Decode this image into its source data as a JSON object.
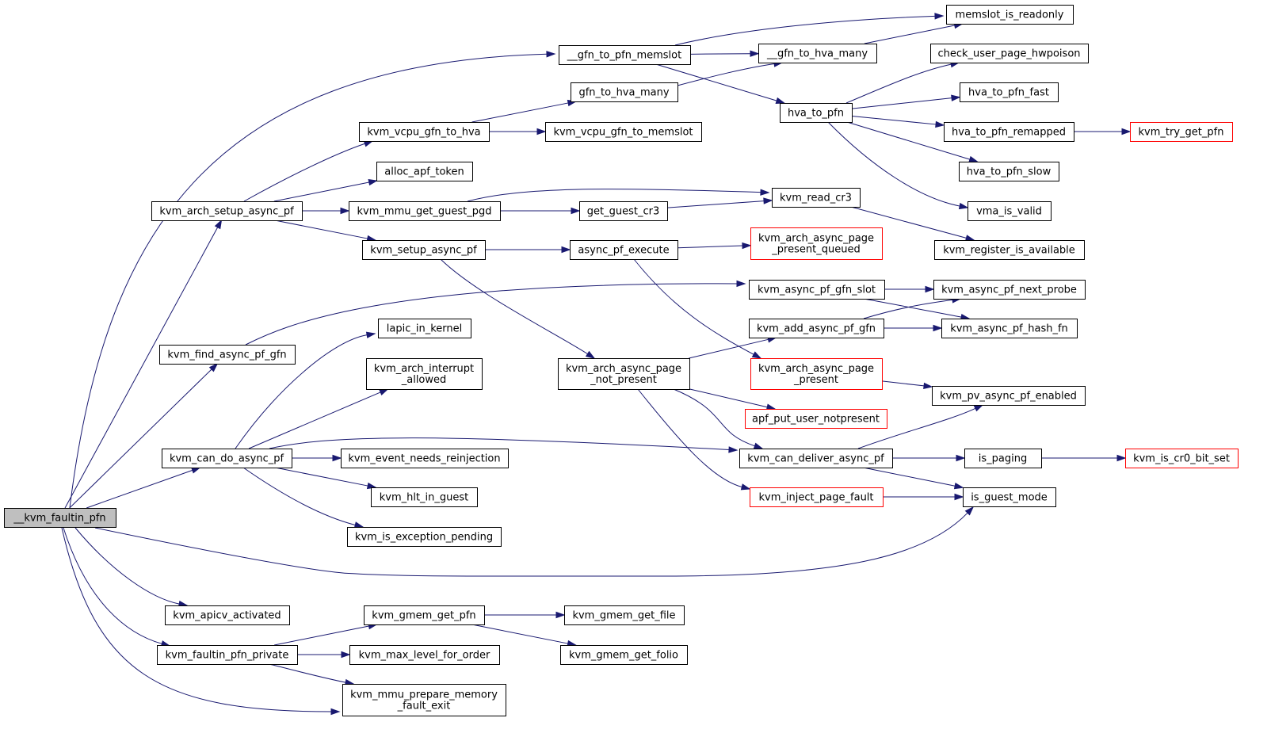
{
  "graph": {
    "colors": {
      "edge": "#191970",
      "root_fill": "#bfbfbf",
      "truncated_border": "#ff0000"
    },
    "nodes": [
      {
        "id": "kvm_faultin_pfn",
        "lines": [
          "__kvm_faultin_pfn"
        ],
        "style": "root"
      },
      {
        "id": "gfn_to_pfn_memslot",
        "lines": [
          "__gfn_to_pfn_memslot"
        ]
      },
      {
        "id": "memslot_is_readonly",
        "lines": [
          "memslot_is_readonly"
        ]
      },
      {
        "id": "gfn_to_hva_many_u",
        "lines": [
          "__gfn_to_hva_many"
        ]
      },
      {
        "id": "check_user_page_hwpoison",
        "lines": [
          "check_user_page_hwpoison"
        ]
      },
      {
        "id": "gfn_to_hva_many",
        "lines": [
          "gfn_to_hva_many"
        ]
      },
      {
        "id": "hva_to_pfn_fast",
        "lines": [
          "hva_to_pfn_fast"
        ]
      },
      {
        "id": "hva_to_pfn",
        "lines": [
          "hva_to_pfn"
        ]
      },
      {
        "id": "kvm_vcpu_gfn_to_hva",
        "lines": [
          "kvm_vcpu_gfn_to_hva"
        ]
      },
      {
        "id": "kvm_vcpu_gfn_to_memslot",
        "lines": [
          "kvm_vcpu_gfn_to_memslot"
        ]
      },
      {
        "id": "hva_to_pfn_remapped",
        "lines": [
          "hva_to_pfn_remapped"
        ]
      },
      {
        "id": "kvm_try_get_pfn",
        "lines": [
          "kvm_try_get_pfn"
        ],
        "style": "red"
      },
      {
        "id": "alloc_apf_token",
        "lines": [
          "alloc_apf_token"
        ]
      },
      {
        "id": "hva_to_pfn_slow",
        "lines": [
          "hva_to_pfn_slow"
        ]
      },
      {
        "id": "kvm_read_cr3",
        "lines": [
          "kvm_read_cr3"
        ]
      },
      {
        "id": "kvm_arch_setup_async_pf",
        "lines": [
          "kvm_arch_setup_async_pf"
        ]
      },
      {
        "id": "kvm_mmu_get_guest_pgd",
        "lines": [
          "kvm_mmu_get_guest_pgd"
        ]
      },
      {
        "id": "get_guest_cr3",
        "lines": [
          "get_guest_cr3"
        ]
      },
      {
        "id": "vma_is_valid",
        "lines": [
          "vma_is_valid"
        ]
      },
      {
        "id": "kvm_arch_async_page_present_queued",
        "lines": [
          "kvm_arch_async_page",
          "_present_queued"
        ],
        "style": "red"
      },
      {
        "id": "kvm_setup_async_pf",
        "lines": [
          "kvm_setup_async_pf"
        ]
      },
      {
        "id": "async_pf_execute",
        "lines": [
          "async_pf_execute"
        ]
      },
      {
        "id": "kvm_register_is_available",
        "lines": [
          "kvm_register_is_available"
        ]
      },
      {
        "id": "kvm_async_pf_gfn_slot",
        "lines": [
          "kvm_async_pf_gfn_slot"
        ]
      },
      {
        "id": "kvm_async_pf_next_probe",
        "lines": [
          "kvm_async_pf_next_probe"
        ]
      },
      {
        "id": "lapic_in_kernel",
        "lines": [
          "lapic_in_kernel"
        ]
      },
      {
        "id": "kvm_add_async_pf_gfn",
        "lines": [
          "kvm_add_async_pf_gfn"
        ]
      },
      {
        "id": "kvm_async_pf_hash_fn",
        "lines": [
          "kvm_async_pf_hash_fn"
        ]
      },
      {
        "id": "kvm_find_async_pf_gfn",
        "lines": [
          "kvm_find_async_pf_gfn"
        ]
      },
      {
        "id": "kvm_arch_interrupt_allowed",
        "lines": [
          "kvm_arch_interrupt",
          "_allowed"
        ]
      },
      {
        "id": "kvm_arch_async_page_not_present",
        "lines": [
          "kvm_arch_async_page",
          "_not_present"
        ]
      },
      {
        "id": "kvm_arch_async_page_present",
        "lines": [
          "kvm_arch_async_page",
          "_present"
        ],
        "style": "red"
      },
      {
        "id": "kvm_pv_async_pf_enabled",
        "lines": [
          "kvm_pv_async_pf_enabled"
        ]
      },
      {
        "id": "apf_put_user_notpresent",
        "lines": [
          "apf_put_user_notpresent"
        ],
        "style": "red"
      },
      {
        "id": "kvm_can_do_async_pf",
        "lines": [
          "kvm_can_do_async_pf"
        ]
      },
      {
        "id": "kvm_event_needs_reinjection",
        "lines": [
          "kvm_event_needs_reinjection"
        ]
      },
      {
        "id": "kvm_can_deliver_async_pf",
        "lines": [
          "kvm_can_deliver_async_pf"
        ]
      },
      {
        "id": "is_paging",
        "lines": [
          "is_paging"
        ]
      },
      {
        "id": "kvm_is_cr0_bit_set",
        "lines": [
          "kvm_is_cr0_bit_set"
        ],
        "style": "red"
      },
      {
        "id": "kvm_hlt_in_guest",
        "lines": [
          "kvm_hlt_in_guest"
        ]
      },
      {
        "id": "kvm_inject_page_fault",
        "lines": [
          "kvm_inject_page_fault"
        ],
        "style": "red"
      },
      {
        "id": "is_guest_mode",
        "lines": [
          "is_guest_mode"
        ]
      },
      {
        "id": "kvm_is_exception_pending",
        "lines": [
          "kvm_is_exception_pending"
        ]
      },
      {
        "id": "kvm_apicv_activated",
        "lines": [
          "kvm_apicv_activated"
        ]
      },
      {
        "id": "kvm_gmem_get_pfn",
        "lines": [
          "kvm_gmem_get_pfn"
        ]
      },
      {
        "id": "kvm_gmem_get_file",
        "lines": [
          "kvm_gmem_get_file"
        ]
      },
      {
        "id": "kvm_faultin_pfn_private",
        "lines": [
          "kvm_faultin_pfn_private"
        ]
      },
      {
        "id": "kvm_max_level_for_order",
        "lines": [
          "kvm_max_level_for_order"
        ]
      },
      {
        "id": "kvm_gmem_get_folio",
        "lines": [
          "kvm_gmem_get_folio"
        ]
      },
      {
        "id": "kvm_mmu_prepare_memory_fault_exit",
        "lines": [
          "kvm_mmu_prepare_memory",
          "_fault_exit"
        ]
      }
    ],
    "edges": [
      [
        "kvm_faultin_pfn",
        "gfn_to_pfn_memslot"
      ],
      [
        "kvm_faultin_pfn",
        "kvm_arch_setup_async_pf"
      ],
      [
        "kvm_faultin_pfn",
        "kvm_find_async_pf_gfn"
      ],
      [
        "kvm_faultin_pfn",
        "kvm_can_do_async_pf"
      ],
      [
        "kvm_faultin_pfn",
        "is_guest_mode"
      ],
      [
        "kvm_faultin_pfn",
        "kvm_apicv_activated"
      ],
      [
        "kvm_faultin_pfn",
        "kvm_faultin_pfn_private"
      ],
      [
        "kvm_faultin_pfn",
        "kvm_mmu_prepare_memory_fault_exit"
      ],
      [
        "gfn_to_pfn_memslot",
        "memslot_is_readonly"
      ],
      [
        "gfn_to_pfn_memslot",
        "gfn_to_hva_many_u"
      ],
      [
        "gfn_to_pfn_memslot",
        "hva_to_pfn"
      ],
      [
        "gfn_to_hva_many_u",
        "memslot_is_readonly"
      ],
      [
        "gfn_to_hva_many",
        "gfn_to_hva_many_u"
      ],
      [
        "hva_to_pfn",
        "check_user_page_hwpoison"
      ],
      [
        "hva_to_pfn",
        "hva_to_pfn_fast"
      ],
      [
        "hva_to_pfn",
        "hva_to_pfn_remapped"
      ],
      [
        "hva_to_pfn",
        "hva_to_pfn_slow"
      ],
      [
        "hva_to_pfn",
        "vma_is_valid"
      ],
      [
        "hva_to_pfn_remapped",
        "kvm_try_get_pfn"
      ],
      [
        "kvm_vcpu_gfn_to_hva",
        "gfn_to_hva_many"
      ],
      [
        "kvm_vcpu_gfn_to_hva",
        "kvm_vcpu_gfn_to_memslot"
      ],
      [
        "kvm_arch_setup_async_pf",
        "kvm_vcpu_gfn_to_hva"
      ],
      [
        "kvm_arch_setup_async_pf",
        "alloc_apf_token"
      ],
      [
        "kvm_arch_setup_async_pf",
        "kvm_mmu_get_guest_pgd"
      ],
      [
        "kvm_arch_setup_async_pf",
        "kvm_setup_async_pf"
      ],
      [
        "kvm_mmu_get_guest_pgd",
        "kvm_read_cr3"
      ],
      [
        "kvm_mmu_get_guest_pgd",
        "get_guest_cr3"
      ],
      [
        "get_guest_cr3",
        "kvm_read_cr3"
      ],
      [
        "kvm_read_cr3",
        "kvm_register_is_available"
      ],
      [
        "kvm_setup_async_pf",
        "async_pf_execute"
      ],
      [
        "kvm_setup_async_pf",
        "kvm_arch_async_page_not_present"
      ],
      [
        "async_pf_execute",
        "kvm_arch_async_page_present_queued"
      ],
      [
        "async_pf_execute",
        "kvm_arch_async_page_present"
      ],
      [
        "kvm_find_async_pf_gfn",
        "kvm_async_pf_gfn_slot"
      ],
      [
        "kvm_async_pf_gfn_slot",
        "kvm_async_pf_next_probe"
      ],
      [
        "kvm_async_pf_gfn_slot",
        "kvm_async_pf_hash_fn"
      ],
      [
        "kvm_add_async_pf_gfn",
        "kvm_async_pf_next_probe"
      ],
      [
        "kvm_add_async_pf_gfn",
        "kvm_async_pf_hash_fn"
      ],
      [
        "kvm_arch_async_page_not_present",
        "kvm_add_async_pf_gfn"
      ],
      [
        "kvm_arch_async_page_not_present",
        "apf_put_user_notpresent"
      ],
      [
        "kvm_arch_async_page_not_present",
        "kvm_can_deliver_async_pf"
      ],
      [
        "kvm_arch_async_page_not_present",
        "kvm_inject_page_fault"
      ],
      [
        "kvm_arch_async_page_present",
        "kvm_pv_async_pf_enabled"
      ],
      [
        "kvm_can_do_async_pf",
        "lapic_in_kernel"
      ],
      [
        "kvm_can_do_async_pf",
        "kvm_arch_interrupt_allowed"
      ],
      [
        "kvm_can_do_async_pf",
        "kvm_can_deliver_async_pf"
      ],
      [
        "kvm_can_do_async_pf",
        "kvm_event_needs_reinjection"
      ],
      [
        "kvm_can_do_async_pf",
        "kvm_hlt_in_guest"
      ],
      [
        "kvm_can_do_async_pf",
        "kvm_is_exception_pending"
      ],
      [
        "kvm_can_deliver_async_pf",
        "kvm_pv_async_pf_enabled"
      ],
      [
        "kvm_can_deliver_async_pf",
        "is_paging"
      ],
      [
        "kvm_can_deliver_async_pf",
        "is_guest_mode"
      ],
      [
        "is_paging",
        "kvm_is_cr0_bit_set"
      ],
      [
        "kvm_inject_page_fault",
        "is_guest_mode"
      ],
      [
        "kvm_faultin_pfn_private",
        "kvm_gmem_get_pfn"
      ],
      [
        "kvm_faultin_pfn_private",
        "kvm_max_level_for_order"
      ],
      [
        "kvm_faultin_pfn_private",
        "kvm_mmu_prepare_memory_fault_exit"
      ],
      [
        "kvm_gmem_get_pfn",
        "kvm_gmem_get_file"
      ],
      [
        "kvm_gmem_get_pfn",
        "kvm_gmem_get_folio"
      ]
    ]
  }
}
